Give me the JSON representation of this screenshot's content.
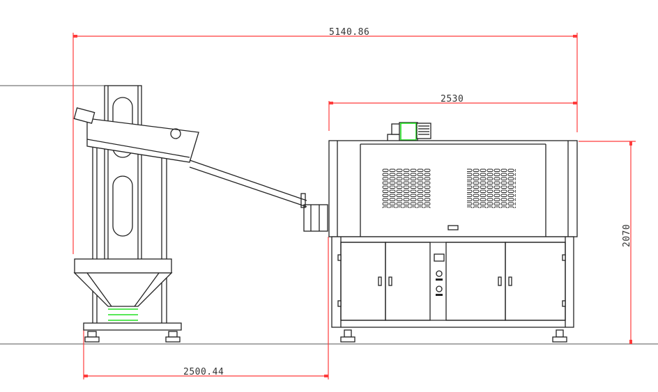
{
  "drawing": {
    "title": "Machine side elevation",
    "dimensions": {
      "overall_length": "5140.86",
      "machine_length": "2530",
      "machine_height": "2070",
      "loader_offset": "2500.44"
    },
    "colors": {
      "outline": "#222222",
      "dimension": "#ff3b3b",
      "highlight": "#22e022"
    }
  }
}
